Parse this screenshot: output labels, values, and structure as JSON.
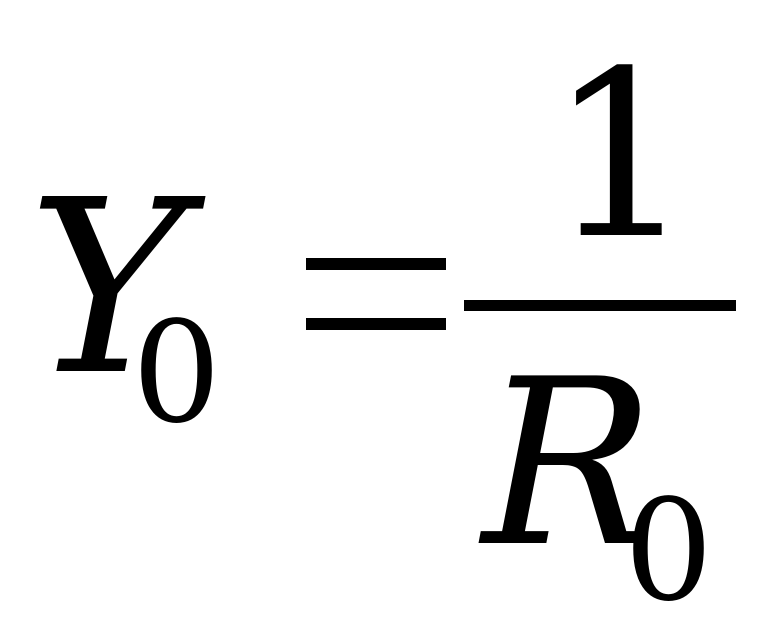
{
  "formula": {
    "lhs": {
      "variable": "Y",
      "subscript": "0"
    },
    "operator": "=",
    "rhs": {
      "numerator": "1",
      "denominator": {
        "variable": "R",
        "subscript": "0"
      }
    }
  }
}
